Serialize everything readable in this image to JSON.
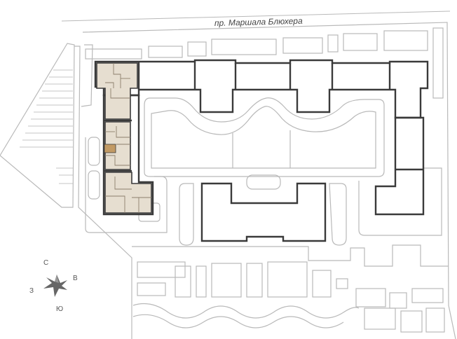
{
  "map": {
    "street_name": "пр. Маршала Блюхера",
    "compass": {
      "north": "С",
      "east": "В",
      "south": "Ю",
      "west": "З"
    },
    "colors": {
      "background": "#ffffff",
      "outline_light": "#b9b9b9",
      "building_outline": "#3a3a3a",
      "selected_section_fill": "#e6ded0",
      "selected_apartment_fill": "#c29a64"
    }
  }
}
